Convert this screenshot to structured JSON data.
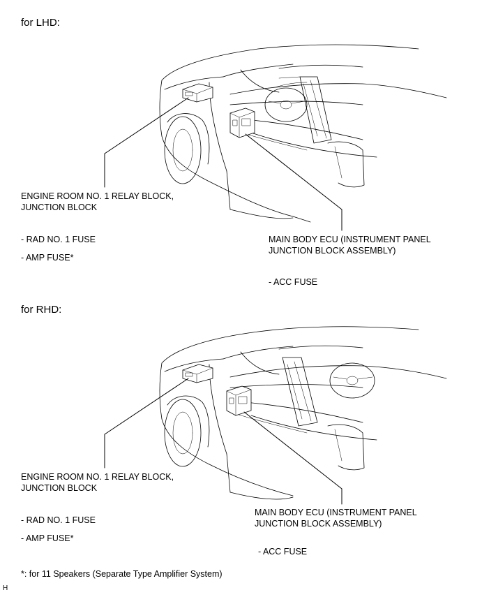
{
  "lhd": {
    "heading": "for LHD:",
    "relay_label_1": "ENGINE ROOM NO. 1 RELAY BLOCK,",
    "relay_label_2": "JUNCTION BLOCK",
    "rad_fuse": "- RAD NO. 1 FUSE",
    "amp_fuse": "- AMP FUSE*",
    "ecu_label_1": "MAIN BODY ECU (INSTRUMENT PANEL",
    "ecu_label_2": "JUNCTION BLOCK ASSEMBLY)",
    "acc_fuse": "- ACC FUSE"
  },
  "rhd": {
    "heading": "for RHD:",
    "relay_label_1": "ENGINE ROOM NO. 1 RELAY BLOCK,",
    "relay_label_2": "JUNCTION BLOCK",
    "rad_fuse": "- RAD NO. 1 FUSE",
    "amp_fuse": "- AMP FUSE*",
    "ecu_label_1": "MAIN BODY ECU (INSTRUMENT PANEL",
    "ecu_label_2": "JUNCTION BLOCK ASSEMBLY)",
    "acc_fuse": "- ACC FUSE"
  },
  "footnote": "*: for 11 Speakers (Separate Type Amplifier System)",
  "corner_mark": "H"
}
